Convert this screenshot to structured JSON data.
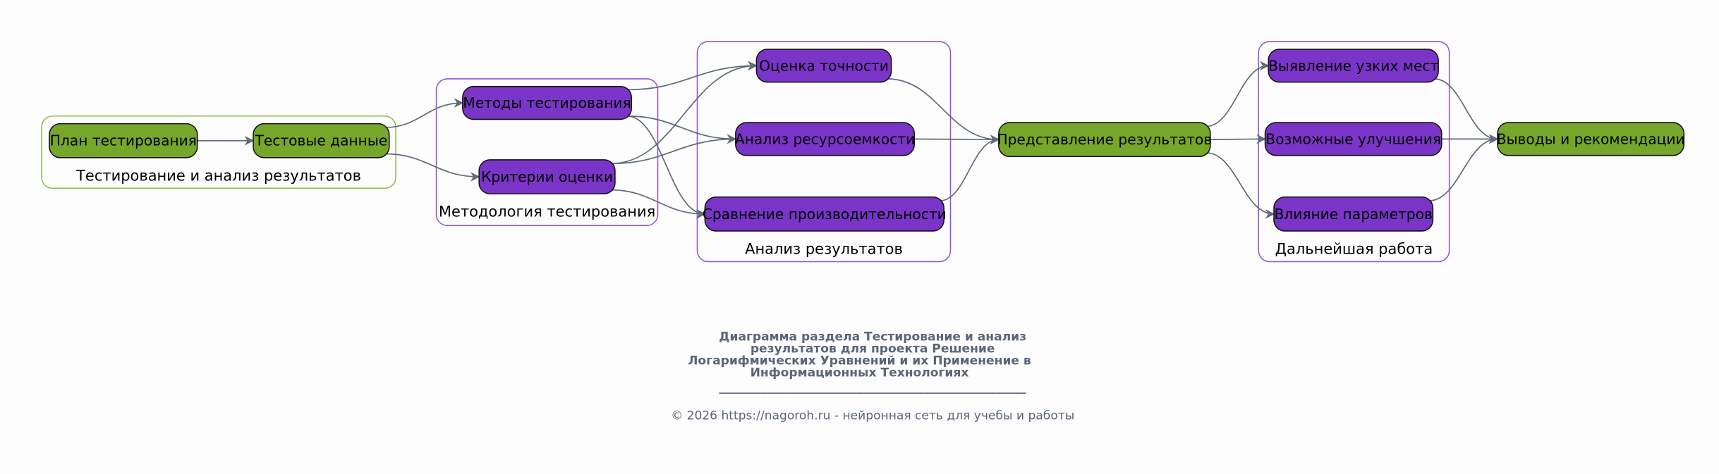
{
  "colors": {
    "green": "#76a72a",
    "purple": "#7a35c8",
    "edge": "#5f6b7a",
    "green_border": "#8fbb4d",
    "purple_border": "#8d55d6"
  },
  "clusters": [
    {
      "id": "c1",
      "label": "Тестирование и анализ результатов",
      "color": "green"
    },
    {
      "id": "c2",
      "label": "Методология тестирования",
      "color": "purple"
    },
    {
      "id": "c3",
      "label": "Анализ результатов",
      "color": "purple"
    },
    {
      "id": "c4",
      "label": "Дальнейшая работа",
      "color": "purple"
    }
  ],
  "nodes": [
    {
      "id": "plan",
      "label": "План тестирования",
      "color": "green"
    },
    {
      "id": "data",
      "label": "Тестовые данные",
      "color": "green"
    },
    {
      "id": "methods",
      "label": "Методы тестирования",
      "color": "purple"
    },
    {
      "id": "criteria",
      "label": "Критерии оценки",
      "color": "purple"
    },
    {
      "id": "accuracy",
      "label": "Оценка точности",
      "color": "purple"
    },
    {
      "id": "resource",
      "label": "Анализ ресурсоемкости",
      "color": "purple"
    },
    {
      "id": "compare",
      "label": "Сравнение производительности",
      "color": "purple"
    },
    {
      "id": "present",
      "label": "Представление результатов",
      "color": "green"
    },
    {
      "id": "bottleneck",
      "label": "Выявление узких мест",
      "color": "purple"
    },
    {
      "id": "improve",
      "label": "Возможные улучшения",
      "color": "purple"
    },
    {
      "id": "influence",
      "label": "Влияние параметров",
      "color": "purple"
    },
    {
      "id": "conclusions",
      "label": "Выводы и рекомендации",
      "color": "green"
    }
  ],
  "edges": [
    [
      "plan",
      "data"
    ],
    [
      "data",
      "methods"
    ],
    [
      "data",
      "criteria"
    ],
    [
      "methods",
      "accuracy"
    ],
    [
      "methods",
      "resource"
    ],
    [
      "methods",
      "compare"
    ],
    [
      "criteria",
      "accuracy"
    ],
    [
      "criteria",
      "resource"
    ],
    [
      "criteria",
      "compare"
    ],
    [
      "accuracy",
      "present"
    ],
    [
      "resource",
      "present"
    ],
    [
      "compare",
      "present"
    ],
    [
      "present",
      "bottleneck"
    ],
    [
      "present",
      "improve"
    ],
    [
      "present",
      "influence"
    ],
    [
      "bottleneck",
      "conclusions"
    ],
    [
      "improve",
      "conclusions"
    ],
    [
      "influence",
      "conclusions"
    ]
  ],
  "title_lines": [
    "Диаграмма раздела Тестирование и анализ",
    "результатов для проекта Решение",
    "Логарифмических Уравнений и их Применение в",
    "Информационных Технологиях"
  ],
  "separator": "___________________________________________________",
  "footer": "© 2026 https://nagoroh.ru - нейронная сеть для учебы и работы"
}
